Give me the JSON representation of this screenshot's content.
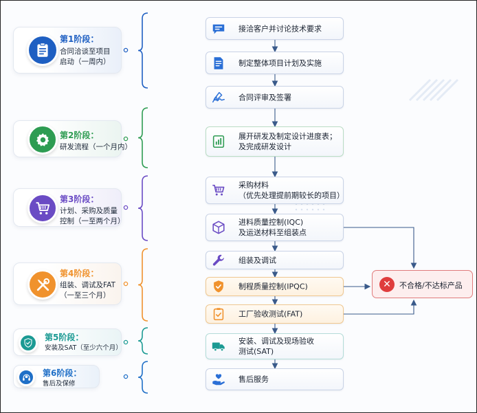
{
  "stages": [
    {
      "title": "第1阶段：",
      "desc": "合同洽谈至项目\n启动（一周内）",
      "icon": "clipboard-icon",
      "color": "#1e5fc2"
    },
    {
      "title": "第2阶段：",
      "desc": "研发流程（一个月内）",
      "icon": "gear-icon",
      "color": "#2e9c52"
    },
    {
      "title": "第3阶段：",
      "desc": "计划、采购及质量\n控制（一至两个月）",
      "icon": "shopping-cart-icon",
      "color": "#6a4bc4"
    },
    {
      "title": "第4阶段：",
      "desc": "组装、调试及FAT\n（一至三个月）",
      "icon": "tools-icon",
      "color": "#f0922d"
    },
    {
      "title": "第5阶段：",
      "desc": "安装及SAT（至少六个月）",
      "icon": "shield-check-icon",
      "color": "#1b9a93"
    },
    {
      "title": "第6阶段：",
      "desc": "售后及保修",
      "icon": "headset-icon",
      "color": "#1f6fc7"
    }
  ],
  "steps": [
    {
      "label": "接洽客户并讨论技术要求",
      "icon": "chat-icon",
      "color": "#2a6fd6"
    },
    {
      "label": "制定整体项目计划及实施",
      "icon": "document-icon",
      "color": "#2a6fd6"
    },
    {
      "label": "合同评审及签署",
      "icon": "signature-icon",
      "color": "#2a6fd6"
    },
    {
      "label": "展开研发及制定设计进度表；\n及完成研发设计",
      "icon": "report-chart-icon",
      "color": "#2e9c52"
    },
    {
      "label": "采购材料\n（优先处理提前期较长的项目）",
      "icon": "cart-icon",
      "color": "#6a4bc4"
    },
    {
      "label": "进料质量控制(IQC)\n及运送材料至组装点",
      "icon": "box-icon",
      "color": "#6a4bc4"
    },
    {
      "label": "组装及调试",
      "icon": "wrench-icon",
      "color": "#6a4bc4"
    },
    {
      "label": "制程质量控制(IPQC)",
      "icon": "shield-check-icon",
      "color": "#f0922d"
    },
    {
      "label": "工厂验收测试(FAT)",
      "icon": "checklist-icon",
      "color": "#f0922d"
    },
    {
      "label": "安装、调试及现场验收\n测试(SAT)",
      "icon": "truck-icon",
      "color": "#1b9a93"
    },
    {
      "label": "售后服务",
      "icon": "hand-heart-icon",
      "color": "#2a6fd6"
    }
  ],
  "fail_box": {
    "label": "不合格/不达标产品",
    "icon": "close-icon",
    "symbol": "✕",
    "color": "#df3d3d"
  }
}
